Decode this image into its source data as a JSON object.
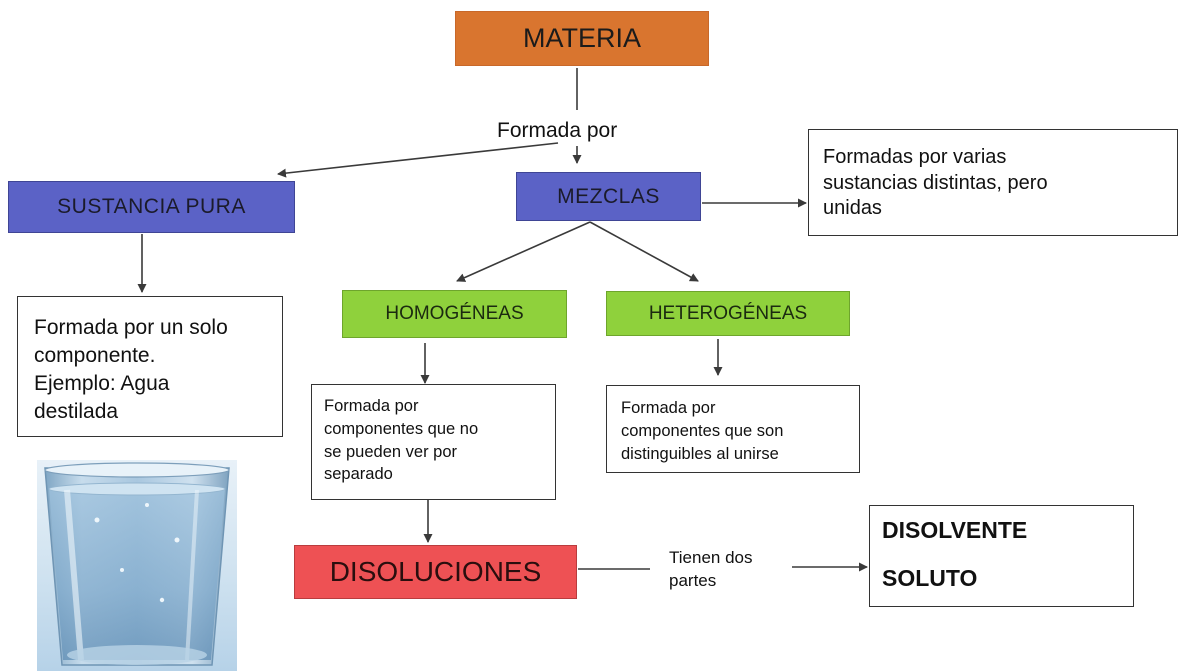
{
  "nodes": {
    "materia": "MATERIA",
    "sustancia_pura": "SUSTANCIA PURA",
    "mezclas": "MEZCLAS",
    "homogeneas": "HOMOGÉNEAS",
    "heterogeneas": "HETEROGÉNEAS",
    "disoluciones": "DISOLUCIONES",
    "disolvente": "DISOLVENTE",
    "soluto": "SOLUTO"
  },
  "edge_labels": {
    "formada_por": "Formada por",
    "tienen_dos_partes_line1": "Tienen dos",
    "tienen_dos_partes_line2": "partes"
  },
  "notes": {
    "sustancia_pura": [
      "Formada por un solo",
      "componente.",
      "Ejemplo: Agua",
      "destilada"
    ],
    "mezclas": [
      "Formadas por varias",
      "sustancias distintas, pero",
      "unidas"
    ],
    "homogeneas": [
      "Formada por",
      "componentes que no",
      "se pueden ver por",
      "separado"
    ],
    "heterogeneas": [
      "Formada por",
      "componentes que son",
      "distinguibles al unirse"
    ]
  },
  "colors": {
    "materia_fill": "#d9752f",
    "blue_fill": "#5b62c6",
    "green_fill": "#8fd13c",
    "red_fill": "#ee5154",
    "line": "#3a3a3a"
  },
  "icons": {
    "glass": "glass-of-water-icon"
  }
}
